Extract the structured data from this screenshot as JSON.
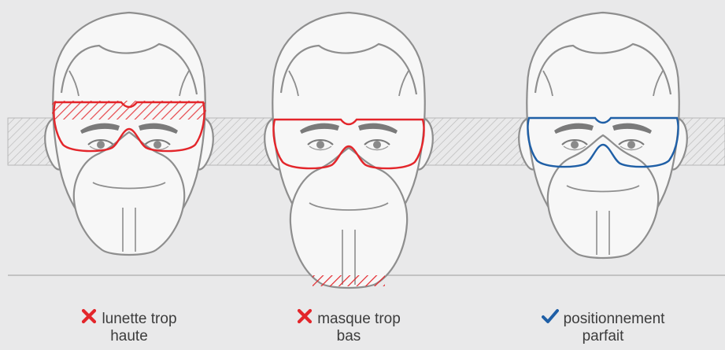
{
  "colors": {
    "background": "#e9e9ea",
    "zone_hatch": "#b8b8b8",
    "baseline": "#b5b5b5",
    "outline": "#8e8e8e",
    "face_fill": "#f7f7f7",
    "wrong": "#e3262b",
    "right": "#1f5fa6"
  },
  "panels": [
    {
      "status": "incorrect",
      "status_icon": "cross-icon",
      "glasses_color": "#e3262b",
      "line1": "lunette trop",
      "line2": "haute"
    },
    {
      "status": "incorrect",
      "status_icon": "cross-icon",
      "glasses_color": "#e3262b",
      "line1": "masque trop",
      "line2": "bas"
    },
    {
      "status": "correct",
      "status_icon": "checkmark-icon",
      "glasses_color": "#1f5fa6",
      "line1": "positionnement",
      "line2": "parfait"
    }
  ]
}
